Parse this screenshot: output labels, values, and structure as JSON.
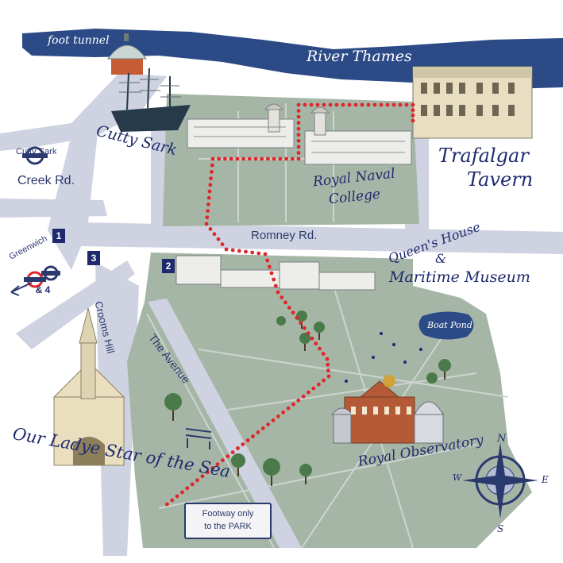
{
  "labels": {
    "foot_tunnel": "foot tunnel",
    "river": "River Thames",
    "cutty_sark": "Cutty Sark",
    "cutty_sark_station": "Cutty Sark",
    "creek_rd": "Creek Rd.",
    "romney_rd": "Romney Rd.",
    "royal_naval_college": [
      "Royal Naval",
      "College"
    ],
    "trafalgar_tavern": [
      "Trafalgar",
      "Tavern"
    ],
    "queens_house": "Queen's House",
    "ampersand": "&",
    "maritime_museum": "Maritime Museum",
    "boat_pond": "Boat Pond",
    "the_avenue": "The Avenue",
    "crooms_hill": "Crooms Hill",
    "greenwich": "Greenwich",
    "royal_observatory": "Royal Observatory",
    "our_lady": "Our Ladye Star of the Sea",
    "footway_sign": [
      "Footway only",
      "to the PARK"
    ]
  },
  "badges": {
    "one": "1",
    "two": "2",
    "three": "3",
    "amp_four": "& 4"
  },
  "compass": {
    "n": "N",
    "e": "E",
    "s": "S",
    "w": "W"
  },
  "colors": {
    "river": "#2b4a86",
    "park": "#a6b6a6",
    "road": "#cfd2e0",
    "route": "#e0262b",
    "ink": "#1f2a6e"
  }
}
